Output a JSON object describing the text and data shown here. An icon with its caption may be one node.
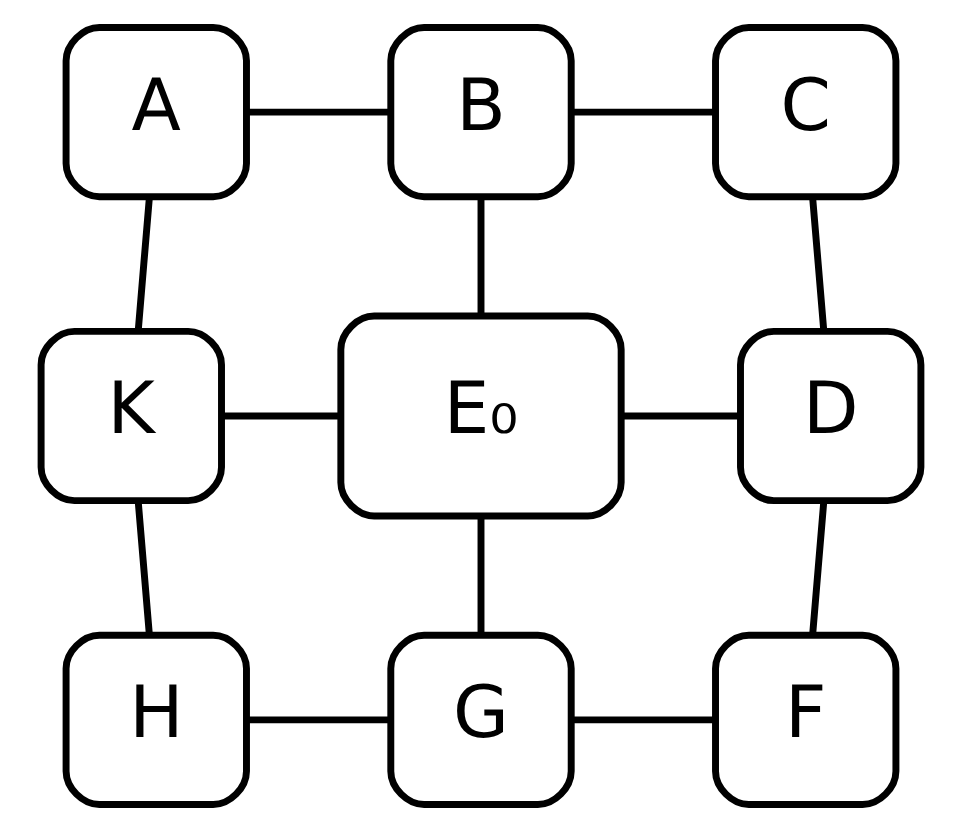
{
  "diagram": {
    "nodes": [
      {
        "text": [
          "A"
        ]
      },
      {
        "text": [
          "B"
        ]
      },
      {
        "text": [
          "C"
        ]
      },
      {
        "text": [
          "K"
        ]
      },
      {
        "text": [
          "E₀"
        ]
      },
      {
        "text": [
          "D"
        ]
      },
      {
        "text": [
          "H"
        ]
      },
      {
        "text": [
          "G"
        ]
      },
      {
        "text": [
          "F"
        ]
      }
    ],
    "edges": [
      {
        "from": 0,
        "to": 1,
        "arrow": "none"
      },
      {
        "from": 1,
        "to": 2,
        "arrow": "none"
      },
      {
        "from": 0,
        "to": 3,
        "arrow": "none"
      },
      {
        "from": 1,
        "to": 4,
        "arrow": "none"
      },
      {
        "from": 2,
        "to": 5,
        "arrow": "none"
      },
      {
        "from": 3,
        "to": 4,
        "arrow": "none"
      },
      {
        "from": 4,
        "to": 5,
        "arrow": "none"
      },
      {
        "from": 3,
        "to": 6,
        "arrow": "none"
      },
      {
        "from": 4,
        "to": 7,
        "arrow": "none"
      },
      {
        "from": 5,
        "to": 8,
        "arrow": "none"
      },
      {
        "from": 6,
        "to": 7,
        "arrow": "none"
      },
      {
        "from": 7,
        "to": 8,
        "arrow": "none"
      }
    ]
  }
}
